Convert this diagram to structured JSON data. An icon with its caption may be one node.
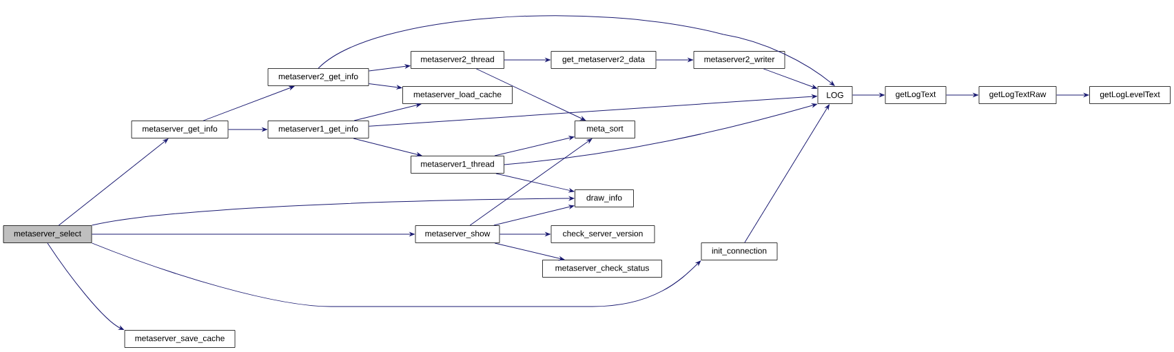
{
  "diagram": {
    "nodes": [
      {
        "text": [
          "metaserver_select"
        ]
      },
      {
        "text": [
          "metaserver_get_info"
        ]
      },
      {
        "text": [
          "metaserver2_get_info"
        ]
      },
      {
        "text": [
          "metaserver1_get_info"
        ]
      },
      {
        "text": [
          "metaserver2_thread"
        ]
      },
      {
        "text": [
          "metaserver_load_cache"
        ]
      },
      {
        "text": [
          "metaserver1_thread"
        ]
      },
      {
        "text": [
          "metaserver_show"
        ]
      },
      {
        "text": [
          "metaserver_save_cache"
        ]
      },
      {
        "text": [
          "get_metaserver2_data"
        ]
      },
      {
        "text": [
          "metaserver2_writer"
        ]
      },
      {
        "text": [
          "LOG"
        ]
      },
      {
        "text": [
          "getLogText"
        ]
      },
      {
        "text": [
          "getLogTextRaw"
        ]
      },
      {
        "text": [
          "getLogLevelText"
        ]
      },
      {
        "text": [
          "meta_sort"
        ]
      },
      {
        "text": [
          "draw_info"
        ]
      },
      {
        "text": [
          "check_server_version"
        ]
      },
      {
        "text": [
          "metaserver_check_status"
        ]
      },
      {
        "text": [
          "init_connection"
        ]
      }
    ],
    "edges": [
      {
        "from": 0,
        "to": 1,
        "arrow": "to"
      },
      {
        "from": 0,
        "to": 16,
        "arrow": "to"
      },
      {
        "from": 0,
        "to": 7,
        "arrow": "to"
      },
      {
        "from": 0,
        "to": 19,
        "arrow": "to"
      },
      {
        "from": 0,
        "to": 8,
        "arrow": "to"
      },
      {
        "from": 1,
        "to": 2,
        "arrow": "to"
      },
      {
        "from": 1,
        "to": 3,
        "arrow": "to"
      },
      {
        "from": 2,
        "to": 4,
        "arrow": "to"
      },
      {
        "from": 2,
        "to": 5,
        "arrow": "to"
      },
      {
        "from": 2,
        "to": 11,
        "arrow": "to"
      },
      {
        "from": 3,
        "to": 5,
        "arrow": "to"
      },
      {
        "from": 3,
        "to": 11,
        "arrow": "to"
      },
      {
        "from": 3,
        "to": 6,
        "arrow": "to"
      },
      {
        "from": 4,
        "to": 9,
        "arrow": "to"
      },
      {
        "from": 4,
        "to": 15,
        "arrow": "to"
      },
      {
        "from": 9,
        "to": 10,
        "arrow": "to"
      },
      {
        "from": 10,
        "to": 11,
        "arrow": "to"
      },
      {
        "from": 6,
        "to": 15,
        "arrow": "to"
      },
      {
        "from": 6,
        "to": 11,
        "arrow": "to"
      },
      {
        "from": 6,
        "to": 16,
        "arrow": "to"
      },
      {
        "from": 7,
        "to": 15,
        "arrow": "to"
      },
      {
        "from": 7,
        "to": 16,
        "arrow": "to"
      },
      {
        "from": 7,
        "to": 17,
        "arrow": "to"
      },
      {
        "from": 7,
        "to": 18,
        "arrow": "to"
      },
      {
        "from": 19,
        "to": 11,
        "arrow": "to"
      },
      {
        "from": 11,
        "to": 12,
        "arrow": "to"
      },
      {
        "from": 12,
        "to": 13,
        "arrow": "to"
      },
      {
        "from": 13,
        "to": 14,
        "arrow": "to"
      }
    ]
  }
}
